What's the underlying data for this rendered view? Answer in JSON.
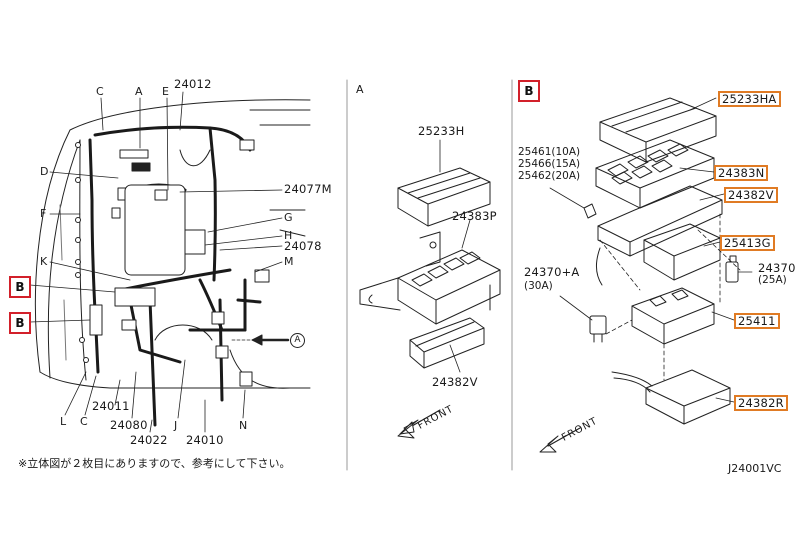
{
  "callouts": {
    "left": {
      "c_top": "C",
      "a_top": "A",
      "e_top": "E",
      "p24012": "24012",
      "d": "D",
      "f": "F",
      "k": "K",
      "p24077m": "24077M",
      "g": "G",
      "h": "H",
      "p24078": "24078",
      "m": "M",
      "circle_a": "A",
      "b1": "B",
      "b2": "B",
      "l": "L",
      "c_bottom": "C",
      "p24011": "24011",
      "p24080": "24080",
      "p24022": "24022",
      "j": "J",
      "p24010": "24010",
      "n": "N"
    },
    "middle": {
      "section": "A",
      "p25233h": "25233H",
      "p24383p": "24383P",
      "p24382v": "24382V",
      "front": "FRONT"
    },
    "right": {
      "section": "B",
      "p25233ha": "25233HA",
      "p24383n": "24383N",
      "p24382v": "24382V",
      "p25413g": "25413G",
      "p25411": "25411",
      "p24382r": "24382R",
      "fuse1": "25461(10A)",
      "fuse2": "25466(15A)",
      "fuse3": "25462(20A)",
      "fl1": "24370+A",
      "fl1_amp": "(30A)",
      "fl2": "24370",
      "fl2_amp": "(25A)",
      "front": "FRONT"
    }
  },
  "footer": {
    "note": "※立体図が２枚目にありますので、参考にして下さい。",
    "code": "J24001VC"
  },
  "colors": {
    "highlight": "#e07b24",
    "section_box": "#d2202a",
    "line": "#222222"
  }
}
